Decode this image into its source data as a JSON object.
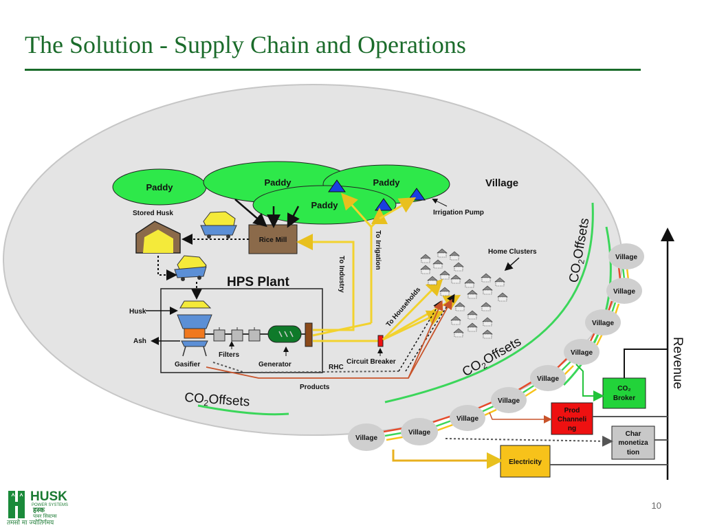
{
  "slide": {
    "title": "The Solution - Supply Chain and Operations",
    "page_number": "10"
  },
  "diagram": {
    "paddy_fields": [
      "Paddy",
      "Paddy",
      "Paddy",
      "Paddy"
    ],
    "village_label": "Village",
    "irrigation_pump_label": "Irrigation Pump",
    "stored_husk_label": "Stored Husk",
    "rice_mill_label": "Rice Mill",
    "to_irrigation_label": "To Irrigation",
    "to_industry_label": "To Industry",
    "home_clusters_label": "Home Clusters",
    "hps_plant_label": "HPS Plant",
    "husk_label": "Husk",
    "ash_label": "Ash",
    "filters_label": "Filters",
    "gasifier_label": "Gasifier",
    "generator_label": "Generator",
    "to_households_label": "To Households",
    "circuit_breaker_label": "Circuit Breaker",
    "rhc_label": "RHC",
    "products_label": "Products",
    "co2_offsets_prefix": "CO",
    "co2_offsets_sub": "2",
    "co2_offsets_suffix": "Offsets",
    "villages": [
      "Village",
      "Village",
      "Village",
      "Village",
      "Village",
      "Village",
      "Village",
      "Village",
      "Village"
    ],
    "revenue_label": "Revenue",
    "co2_broker_line1": "CO₂",
    "co2_broker_line2": "Broker",
    "prod_channeling_lines": [
      "Prod",
      "Channeli",
      "ng"
    ],
    "char_monetization_lines": [
      "Char",
      "monetiza",
      "tion"
    ],
    "electricity_label": "Electricity"
  },
  "logo": {
    "brand": "HUSK",
    "tagline": "POWER SYSTEMS",
    "hindi_brand": "हस्क",
    "hindi_sub": "पावर सिस्टम्स",
    "motto": "तमसो मा ज्योतिर्गमय"
  },
  "colors": {
    "title_green": "#1a6b2a",
    "paddy_fill": "#2ee84a",
    "offset_line": "#3bd65a",
    "flow_yellow": "#f2d22e",
    "flow_red": "#c8532a",
    "broker_green": "#22d33a",
    "prod_red": "#ee1111",
    "electricity_yellow": "#f7c21a",
    "char_gray": "#c8c8c8"
  }
}
